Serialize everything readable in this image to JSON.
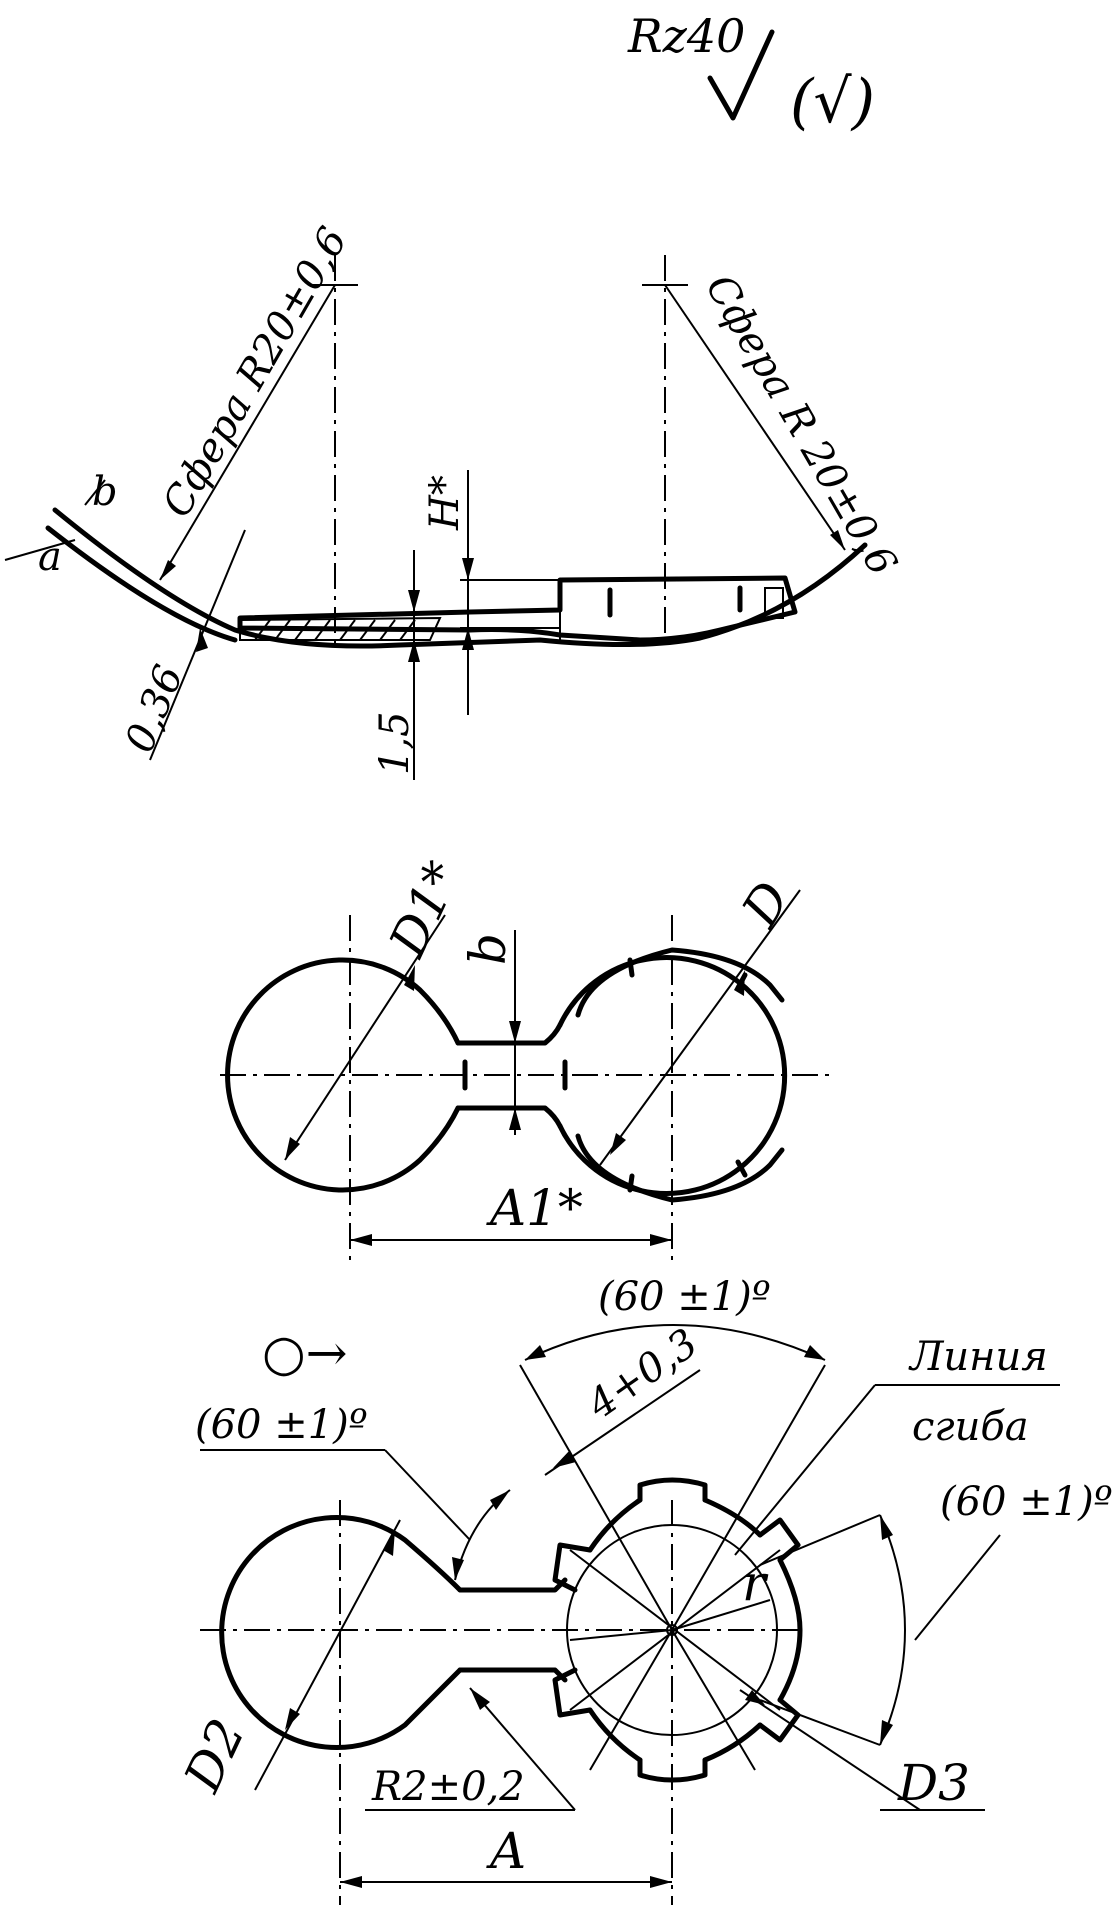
{
  "roughness": {
    "general": "Rz40",
    "rest": "(√)"
  },
  "section": {
    "sphere_left": "Сфера R20±0,6",
    "sphere_right": "Сфера R 20±0,6",
    "tolerance_a": "a",
    "tolerance_b": "b",
    "thickness": "0,36",
    "height": "H*",
    "depth": "1,5"
  },
  "plan": {
    "d1": "D1*",
    "b": "b",
    "d": "D",
    "a1": "A1*"
  },
  "blank": {
    "angle_top": "(60 ±1)º",
    "angle_left": "(60 ±1)º",
    "angle_right": "(60 ±1)º",
    "tab_width": "4+0,3",
    "bend_line_1": "Линия",
    "bend_line_2": "сгиба",
    "r": "r",
    "d2": "D2",
    "d3": "D3",
    "fillet": "R2±0,2",
    "a": "A",
    "rotation": "○→"
  }
}
